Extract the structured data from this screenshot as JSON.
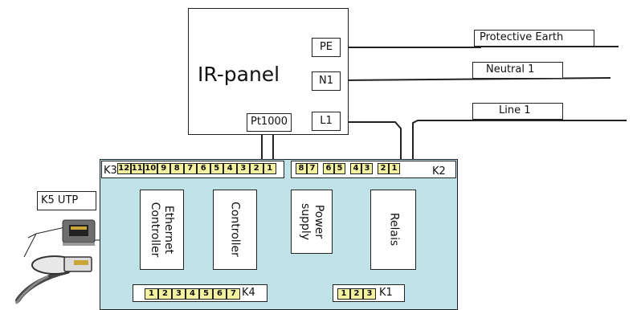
{
  "ir_panel": {
    "title": "IR-panel",
    "terminals": {
      "pe": "PE",
      "n1": "N1",
      "l1": "L1",
      "pt1000": "Pt1000"
    }
  },
  "wires": {
    "protective_earth": "Protective Earth",
    "neutral": "Neutral 1",
    "line": "Line 1"
  },
  "board": {
    "k3_label": "K3",
    "k3_pins": [
      "12",
      "11",
      "10",
      "9",
      "8",
      "7",
      "6",
      "5",
      "4",
      "3",
      "2",
      "1"
    ],
    "k2_label": "K2",
    "k2_pins": [
      "8",
      "7",
      "6",
      "5",
      "4",
      "3",
      "2",
      "1"
    ],
    "k4_label": "K4",
    "k4_pins": [
      "1",
      "2",
      "3",
      "4",
      "5",
      "6",
      "7"
    ],
    "k1_label": "K1",
    "k1_pins": [
      "1",
      "2",
      "3"
    ],
    "k5_label": "K5 UTP",
    "modules": {
      "ethernet_controller": "Ethernet Controller",
      "controller": "Controller",
      "power_supply": "Power supply",
      "relais": "Relais"
    }
  },
  "colors": {
    "board_fill": "#bfe3e6",
    "pin_fill": "#f4f1a0",
    "line": "#222222"
  }
}
